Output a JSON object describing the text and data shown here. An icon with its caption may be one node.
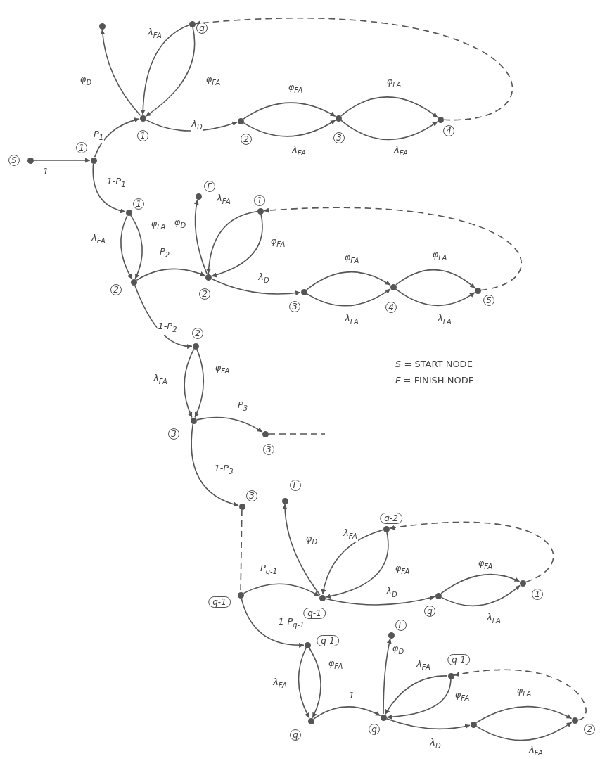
{
  "diagram": {
    "nodes": [
      {
        "text": [],
        "shape": "circle",
        "beside": [
          "S"
        ]
      },
      {
        "text": [],
        "shape": "circle",
        "beside": [
          "1"
        ]
      },
      {
        "text": [],
        "shape": "circle"
      },
      {
        "text": [],
        "shape": "circle",
        "beside": [
          "1"
        ]
      },
      {
        "text": [],
        "shape": "circle",
        "beside": [
          "q"
        ]
      },
      {
        "text": [],
        "shape": "circle",
        "beside": [
          "2"
        ]
      },
      {
        "text": [],
        "shape": "circle",
        "beside": [
          "3"
        ]
      },
      {
        "text": [],
        "shape": "circle",
        "beside": [
          "4"
        ]
      },
      {
        "text": [],
        "shape": "circle",
        "beside": [
          "1"
        ]
      },
      {
        "text": [],
        "shape": "circle",
        "beside": [
          "2"
        ]
      },
      {
        "text": [],
        "shape": "circle",
        "beside": [
          "F"
        ]
      },
      {
        "text": [],
        "shape": "circle",
        "beside": [
          "2"
        ]
      },
      {
        "text": [],
        "shape": "circle",
        "beside": [
          "1"
        ]
      },
      {
        "text": [],
        "shape": "circle",
        "beside": [
          "3"
        ]
      },
      {
        "text": [],
        "shape": "circle",
        "beside": [
          "4"
        ]
      },
      {
        "text": [],
        "shape": "circle",
        "beside": [
          "5"
        ]
      },
      {
        "text": [],
        "shape": "circle",
        "beside": [
          "2"
        ]
      },
      {
        "text": [],
        "shape": "circle",
        "beside": [
          "3"
        ]
      },
      {
        "text": [],
        "shape": "circle",
        "beside": [
          "3"
        ]
      },
      {
        "text": [],
        "shape": "circle",
        "beside": [
          "3"
        ]
      },
      {
        "text": [],
        "shape": "circle",
        "beside": [
          "q-1"
        ]
      },
      {
        "text": [],
        "shape": "circle",
        "beside": [
          "F"
        ]
      },
      {
        "text": [],
        "shape": "circle",
        "beside": [
          "q-1"
        ]
      },
      {
        "text": [],
        "shape": "circle",
        "beside": [
          "q-2"
        ]
      },
      {
        "text": [],
        "shape": "circle",
        "beside": [
          "q"
        ]
      },
      {
        "text": [],
        "shape": "circle",
        "beside": [
          "1"
        ]
      },
      {
        "text": [],
        "shape": "circle",
        "beside": [
          "q-1"
        ]
      },
      {
        "text": [],
        "shape": "circle",
        "beside": [
          "q"
        ]
      },
      {
        "text": [],
        "shape": "circle",
        "beside": [
          "F"
        ]
      },
      {
        "text": [],
        "shape": "circle",
        "beside": [
          "q"
        ]
      },
      {
        "text": [],
        "shape": "circle",
        "beside": [
          "q-1"
        ]
      },
      {
        "text": [],
        "shape": "circle"
      },
      {
        "text": [],
        "shape": "circle",
        "beside": [
          "2"
        ]
      }
    ],
    "edges": [
      {
        "from": 0,
        "to": 1,
        "arrow": "to",
        "label": "1"
      },
      {
        "from": 1,
        "to": 3,
        "arrow": "to",
        "label": "P$_{1}$"
      },
      {
        "from": 3,
        "to": 2,
        "arrow": "to",
        "label": "φ$_{D}$"
      },
      {
        "from": 4,
        "to": 3,
        "arrow": "to",
        "label": "λ$_{FA}$"
      },
      {
        "from": 4,
        "to": 3,
        "arrow": "to",
        "label": "φ$_{FA}$"
      },
      {
        "from": 3,
        "to": 5,
        "arrow": "to",
        "label": "λ$_{D}$"
      },
      {
        "from": 5,
        "to": 6,
        "arrow": "to",
        "label": "φ$_{FA}$"
      },
      {
        "from": 5,
        "to": 6,
        "arrow": "to",
        "label": "λ$_{FA}$"
      },
      {
        "from": 6,
        "to": 7,
        "arrow": "to",
        "label": "φ$_{FA}$"
      },
      {
        "from": 6,
        "to": 7,
        "arrow": "to",
        "label": "λ$_{FA}$"
      },
      {
        "from": 7,
        "to": 4,
        "arrow": "to",
        "style": "dashed"
      },
      {
        "from": 1,
        "to": 8,
        "arrow": "to",
        "label": "1-P$_{1}$"
      },
      {
        "from": 8,
        "to": 9,
        "arrow": "to",
        "label": "λ$_{FA}$"
      },
      {
        "from": 8,
        "to": 9,
        "arrow": "to",
        "label": "φ$_{FA}$"
      },
      {
        "from": 9,
        "to": 11,
        "arrow": "to",
        "label": "P$_{2}$"
      },
      {
        "from": 11,
        "to": 10,
        "arrow": "to",
        "label": "φ$_{D}$"
      },
      {
        "from": 12,
        "to": 11,
        "arrow": "to",
        "label": "λ$_{FA}$"
      },
      {
        "from": 12,
        "to": 11,
        "arrow": "to",
        "label": "φ$_{FA}$"
      },
      {
        "from": 11,
        "to": 13,
        "arrow": "to",
        "label": "λ$_{D}$"
      },
      {
        "from": 13,
        "to": 14,
        "arrow": "to",
        "label": "φ$_{FA}$"
      },
      {
        "from": 13,
        "to": 14,
        "arrow": "to",
        "label": "λ$_{FA}$"
      },
      {
        "from": 14,
        "to": 15,
        "arrow": "to",
        "label": "φ$_{FA}$"
      },
      {
        "from": 14,
        "to": 15,
        "arrow": "to",
        "label": "λ$_{FA}$"
      },
      {
        "from": 15,
        "to": 12,
        "arrow": "to",
        "style": "dashed"
      },
      {
        "from": 9,
        "to": 16,
        "arrow": "to",
        "label": "1-P$_{2}$"
      },
      {
        "from": 16,
        "to": 17,
        "arrow": "to",
        "label": "λ$_{FA}$"
      },
      {
        "from": 16,
        "to": 17,
        "arrow": "to",
        "label": "φ$_{FA}$"
      },
      {
        "from": 17,
        "to": 18,
        "arrow": "to",
        "label": "P$_{3}$"
      },
      {
        "from": 18,
        "to": null,
        "arrow": "none",
        "style": "dashed"
      },
      {
        "from": 17,
        "to": 19,
        "arrow": "to",
        "label": "1-P$_{3}$"
      },
      {
        "from": 19,
        "to": 20,
        "arrow": "none",
        "style": "dashed"
      },
      {
        "from": 20,
        "to": 22,
        "arrow": "to",
        "label": "P$_{q-1}$"
      },
      {
        "from": 22,
        "to": 21,
        "arrow": "to",
        "label": "φ$_{D}$"
      },
      {
        "from": 23,
        "to": 22,
        "arrow": "to",
        "label": "λ$_{FA}$"
      },
      {
        "from": 23,
        "to": 22,
        "arrow": "to",
        "label": "φ$_{FA}$"
      },
      {
        "from": 22,
        "to": 24,
        "arrow": "to",
        "label": "λ$_{D}$"
      },
      {
        "from": 24,
        "to": 25,
        "arrow": "to",
        "label": "φ$_{FA}$"
      },
      {
        "from": 24,
        "to": 25,
        "arrow": "to",
        "label": "λ$_{FA}$"
      },
      {
        "from": 25,
        "to": 23,
        "arrow": "to",
        "style": "dashed"
      },
      {
        "from": 20,
        "to": 26,
        "arrow": "to",
        "label": "1-P$_{q-1}$"
      },
      {
        "from": 26,
        "to": 27,
        "arrow": "to",
        "label": "λ$_{FA}$"
      },
      {
        "from": 26,
        "to": 27,
        "arrow": "to",
        "label": "φ$_{FA}$"
      },
      {
        "from": 27,
        "to": 29,
        "arrow": "to",
        "label": "1"
      },
      {
        "from": 29,
        "to": 28,
        "arrow": "to",
        "label": "φ$_{D}$"
      },
      {
        "from": 30,
        "to": 29,
        "arrow": "to",
        "label": "λ$_{FA}$"
      },
      {
        "from": 30,
        "to": 29,
        "arrow": "to",
        "label": "φ$_{FA}$"
      },
      {
        "from": 29,
        "to": 31,
        "arrow": "to",
        "label": "λ$_{D}$"
      },
      {
        "from": 31,
        "to": 32,
        "arrow": "to",
        "label": "φ$_{FA}$"
      },
      {
        "from": 31,
        "to": 32,
        "arrow": "to",
        "label": "λ$_{FA}$"
      },
      {
        "from": 32,
        "to": 30,
        "arrow": "to",
        "style": "dashed"
      }
    ],
    "labels": [
      "*S* = START NODE",
      "*F* = FINISH NODE"
    ]
  }
}
